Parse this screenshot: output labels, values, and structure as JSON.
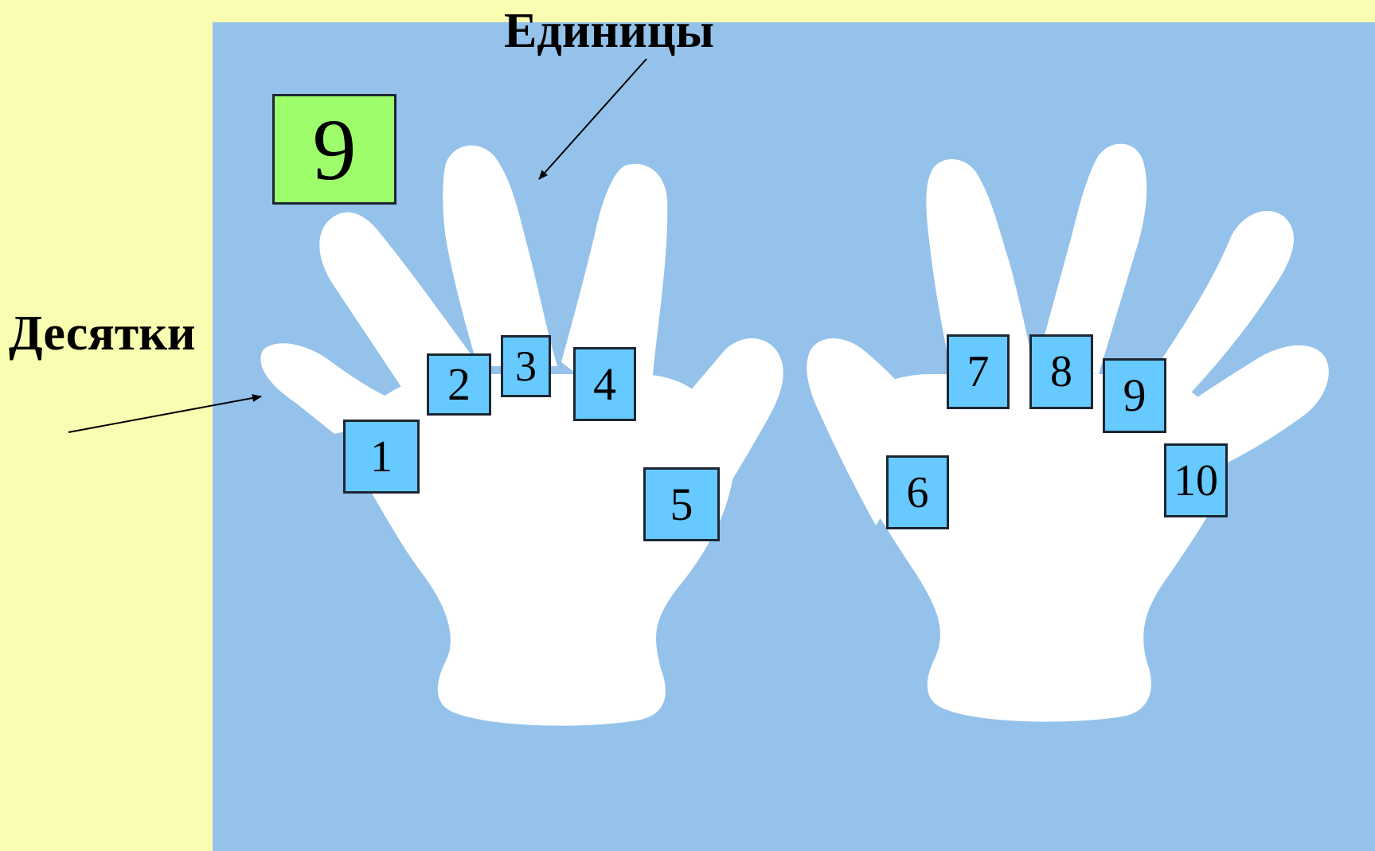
{
  "labels": {
    "units": "Единицы",
    "tens": "Десятки"
  },
  "result_value": "9",
  "finger_numbers": [
    "1",
    "2",
    "3",
    "4",
    "5",
    "6",
    "7",
    "8",
    "9",
    "10"
  ],
  "colors": {
    "background": "#f8fdb1",
    "panel": "#94c2eb",
    "hand": "#ffffff",
    "number_tile": "#66c9ff",
    "result_tile": "#9dfd6b"
  }
}
